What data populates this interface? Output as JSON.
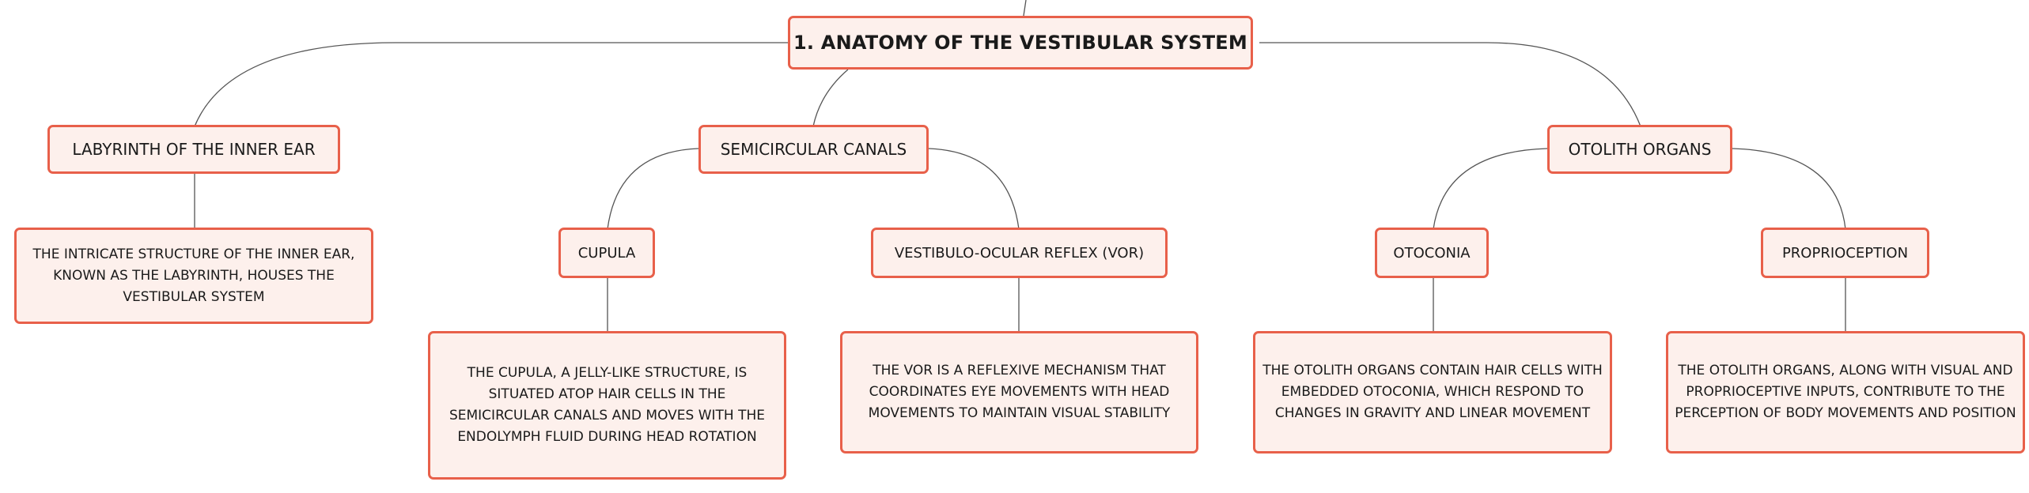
{
  "diagram": {
    "title": "1. ANATOMY OF THE VESTIBULAR SYSTEM",
    "branches": [
      {
        "label": "LABYRINTH OF THE INNER EAR",
        "detail": "THE INTRICATE STRUCTURE OF THE INNER EAR, KNOWN AS THE LABYRINTH, HOUSES THE VESTIBULAR SYSTEM"
      },
      {
        "label": "SEMICIRCULAR CANALS",
        "children": [
          {
            "label": "CUPULA",
            "detail": "THE CUPULA, A JELLY-LIKE STRUCTURE, IS SITUATED ATOP HAIR CELLS IN THE SEMICIRCULAR CANALS AND MOVES WITH THE ENDOLYMPH FLUID DURING HEAD ROTATION"
          },
          {
            "label": "VESTIBULO-OCULAR REFLEX (VOR)",
            "detail": "THE VOR IS A REFLEXIVE MECHANISM THAT COORDINATES EYE MOVEMENTS WITH HEAD MOVEMENTS TO MAINTAIN VISUAL STABILITY"
          }
        ]
      },
      {
        "label": "OTOLITH ORGANS",
        "children": [
          {
            "label": "OTOCONIA",
            "detail": "THE OTOLITH ORGANS CONTAIN HAIR CELLS WITH EMBEDDED OTOCONIA, WHICH RESPOND TO CHANGES IN GRAVITY AND LINEAR MOVEMENT"
          },
          {
            "label": "PROPRIOCEPTION",
            "detail": "THE OTOLITH ORGANS, ALONG WITH VISUAL AND PROPRIOCEPTIVE INPUTS, CONTRIBUTE TO THE PERCEPTION OF BODY MOVEMENTS AND POSITION"
          }
        ]
      }
    ]
  },
  "colors": {
    "node_border": "#e8604a",
    "node_fill": "#fdf0ec",
    "connector": "#555555",
    "text": "#1a1a1a"
  }
}
